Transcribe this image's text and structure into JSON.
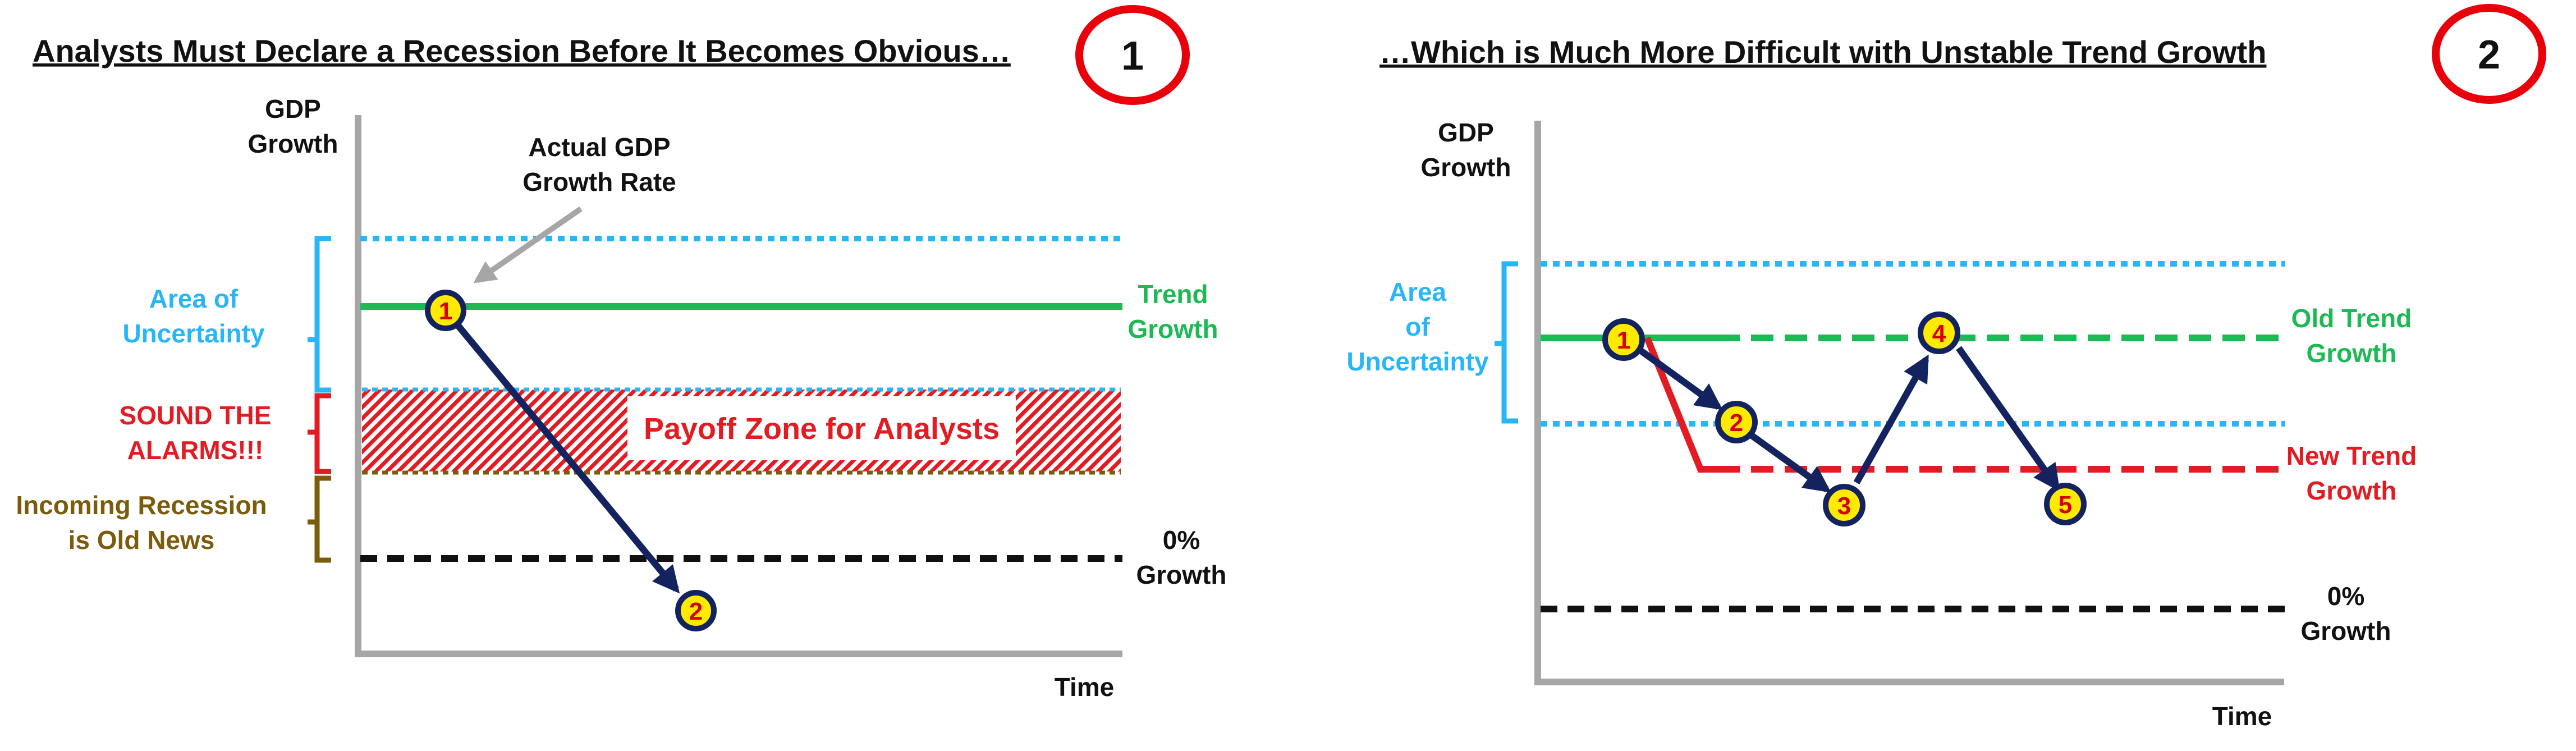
{
  "colors": {
    "trend_green": "#1db954",
    "uncertainty_blue": "#29b6f6",
    "alarm_red": "#e31b23",
    "old_news_brown": "#7a5c0c",
    "arrow_navy": "#13235f",
    "node_fill": "#ffea00",
    "axis_gray": "#a6a6a6",
    "zero_line": "#111111"
  },
  "panel1": {
    "title": "Analysts Must Declare a Recession Before It Becomes Obvious…",
    "badge": "1",
    "y_axis_label": [
      "GDP",
      "Growth"
    ],
    "x_axis_label": "Time",
    "actual_label": [
      "Actual GDP",
      "Growth Rate"
    ],
    "trend_label": [
      "Trend",
      "Growth"
    ],
    "zero_label": [
      "0%",
      "Growth"
    ],
    "uncertainty_label": [
      "Area of",
      "Uncertainty"
    ],
    "alarm_label": [
      "SOUND THE",
      "ALARMS!!!"
    ],
    "old_news_label": [
      "Incoming Recession",
      "is Old News"
    ],
    "payoff_label": "Payoff Zone for Analysts",
    "nodes": [
      "1",
      "2"
    ]
  },
  "panel2": {
    "title": "…Which is Much More Difficult with Unstable Trend Growth",
    "badge": "2",
    "y_axis_label": [
      "GDP",
      "Growth"
    ],
    "x_axis_label": "Time",
    "uncertainty_label": [
      "Area",
      "of",
      "Uncertainty"
    ],
    "old_trend_label": [
      "Old Trend",
      "Growth"
    ],
    "new_trend_label": [
      "New Trend",
      "Growth"
    ],
    "zero_label": [
      "0%",
      "Growth"
    ],
    "nodes": [
      "1",
      "2",
      "3",
      "4",
      "5"
    ]
  }
}
